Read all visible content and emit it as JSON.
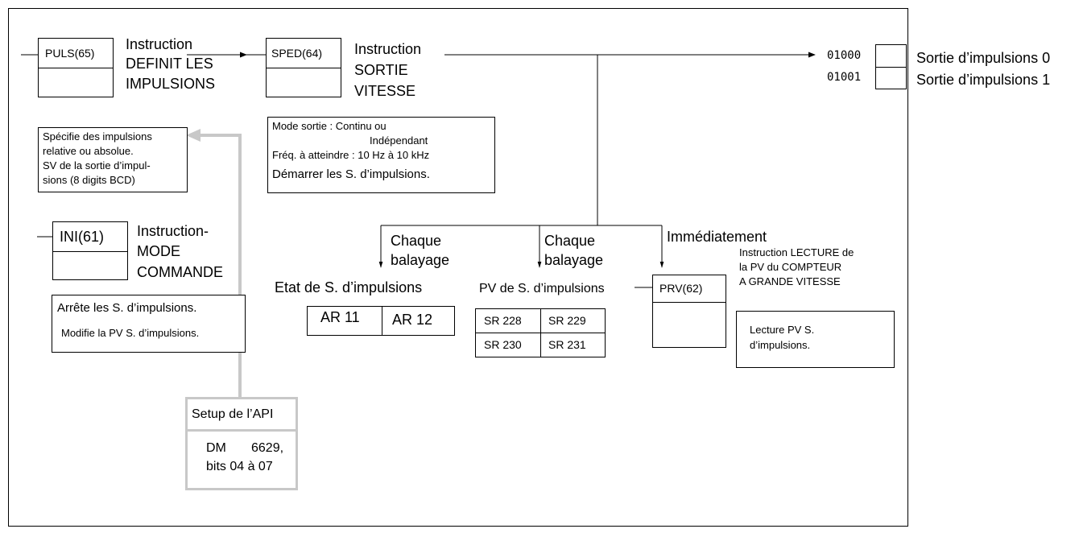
{
  "puls": {
    "box_label": "PULS(65)",
    "title": [
      "Instruction",
      "DEFINIT  LES",
      "IMPULSIONS"
    ],
    "desc": [
      "Spécifie des impulsions",
      "relative ou absolue.",
      "SV de la sortie d’impul-",
      "sions (8 digits BCD)"
    ]
  },
  "sped": {
    "box_label": "SPED(64)",
    "title": [
      "Instruction",
      "SORTIE",
      "VITESSE"
    ],
    "desc": [
      "Mode sortie : Continu ou",
      "Indépendant",
      "Fréq. à atteindre : 10 Hz à 10 kHz",
      "Démarrer les S. d’impulsions."
    ]
  },
  "outputs": [
    {
      "address": "01000",
      "label": "Sortie d’impulsions 0"
    },
    {
      "address": "01001",
      "label": "Sortie d’impulsions 1"
    }
  ],
  "ini": {
    "box_label": "INI(61)",
    "title": [
      "Instruction-",
      "MODE",
      "COMMANDE"
    ],
    "desc": [
      "Arrête les S. d’impulsions.",
      "Modifie la PV S. d’impulsions."
    ]
  },
  "branches": {
    "scan1": [
      "Chaque",
      "balayage"
    ],
    "scan2": [
      "Chaque",
      "balayage"
    ],
    "immediate": "Immédiatement"
  },
  "status": {
    "title": "Etat de S. d’impulsions",
    "cells": [
      "AR 11",
      "AR 12"
    ]
  },
  "pv": {
    "title": "PV de S. d’impulsions",
    "cells": [
      "SR 228",
      "SR 229",
      "SR 230",
      "SR 231"
    ]
  },
  "prv": {
    "box_label": "PRV(62)",
    "title": [
      "Instruction  LECTURE  de",
      "la PV du COMPTEUR",
      "A GRANDE VITESSE"
    ],
    "desc": [
      "Lecture PV S.",
      "d’impulsions."
    ]
  },
  "setup": {
    "title": "Setup de l’API",
    "line1": "DM       6629,",
    "line2": "bits 04 à 07"
  },
  "colors": {
    "line": "#000000",
    "grey_connector": "#c8c8c8"
  }
}
